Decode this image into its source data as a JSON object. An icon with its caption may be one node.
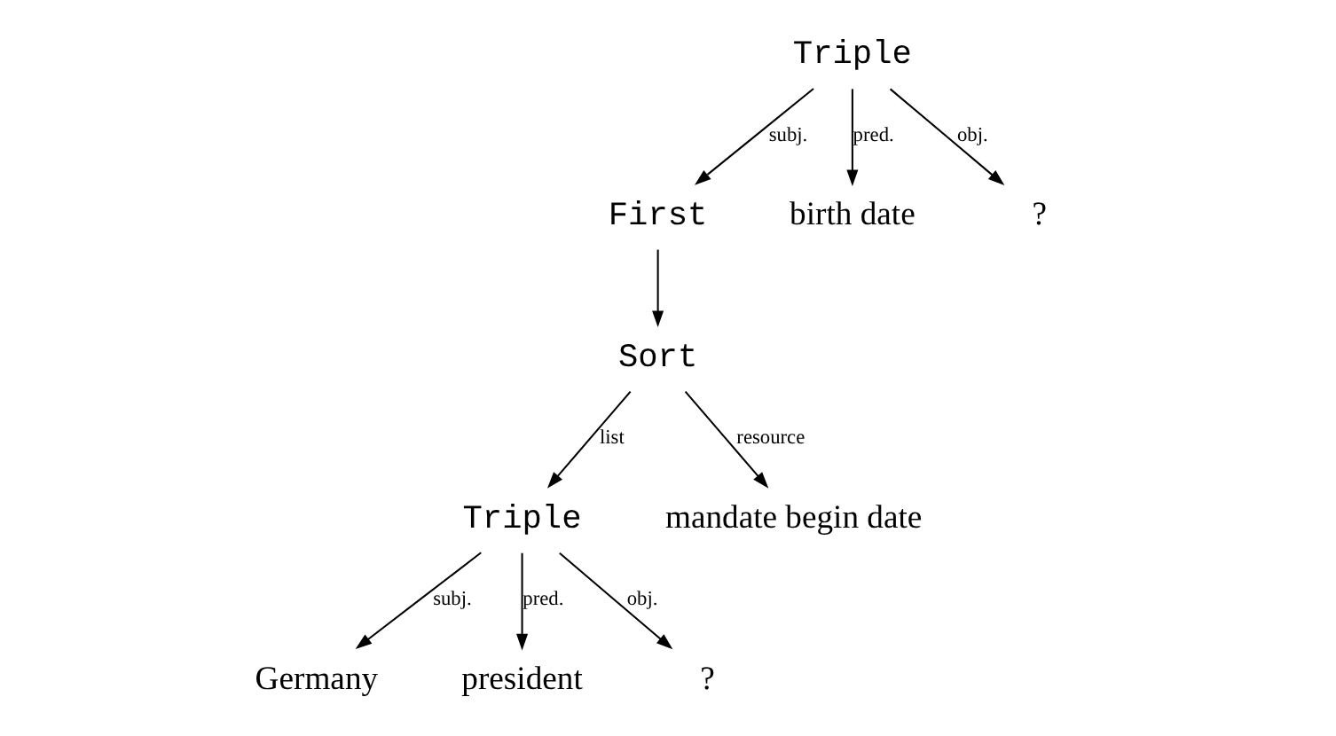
{
  "diagram": {
    "nodes": [
      {
        "text": [
          "Triple"
        ]
      },
      {
        "text": [
          "First"
        ]
      },
      {
        "text": [
          "birth date"
        ]
      },
      {
        "text": [
          "?"
        ]
      },
      {
        "text": [
          "Sort"
        ]
      },
      {
        "text": [
          "Triple"
        ]
      },
      {
        "text": [
          "mandate begin date"
        ]
      },
      {
        "text": [
          "Germany"
        ]
      },
      {
        "text": [
          "president"
        ]
      },
      {
        "text": [
          "?"
        ]
      }
    ],
    "edges": [
      {
        "from": 0,
        "to": 1,
        "arrow": "to",
        "label": "subj."
      },
      {
        "from": 0,
        "to": 2,
        "arrow": "to",
        "label": "pred."
      },
      {
        "from": 0,
        "to": 3,
        "arrow": "to",
        "label": "obj."
      },
      {
        "from": 1,
        "to": 4,
        "arrow": "to"
      },
      {
        "from": 4,
        "to": 5,
        "arrow": "to",
        "label": "list"
      },
      {
        "from": 4,
        "to": 6,
        "arrow": "to",
        "label": "resource"
      },
      {
        "from": 5,
        "to": 7,
        "arrow": "to",
        "label": "subj."
      },
      {
        "from": 5,
        "to": 8,
        "arrow": "to",
        "label": "pred."
      },
      {
        "from": 5,
        "to": 9,
        "arrow": "to",
        "label": "obj."
      }
    ]
  }
}
